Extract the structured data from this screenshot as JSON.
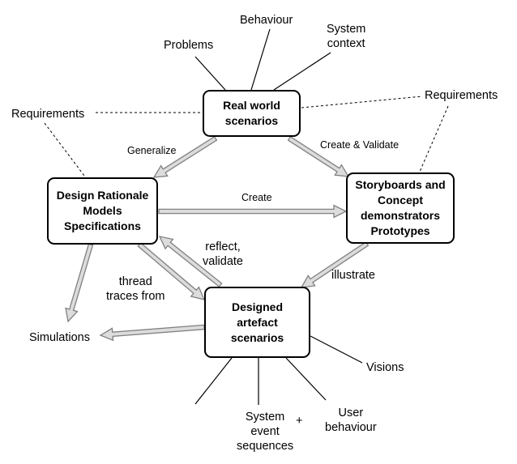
{
  "nodes": {
    "real_world": "Real world\nscenarios",
    "design_rationale": "Design Rationale\nModels\nSpecifications",
    "storyboards": "Storyboards and\nConcept\ndemonstrators\nPrototypes",
    "designed": "Designed\nartefact\nscenarios"
  },
  "labels": {
    "problems": "Problems",
    "behaviour": "Behaviour",
    "system_context": "System\ncontext",
    "requirements_left": "Requirements",
    "requirements_right": "Requirements",
    "generalize": "Generalize",
    "create_validate": "Create & Validate",
    "create": "Create",
    "reflect_validate": "reflect,\nvalidate",
    "thread_traces": "thread\ntraces from",
    "illustrate": "illustrate",
    "simulations": "Simulations",
    "visions": "Visions",
    "system_event": "System\nevent\nsequences",
    "plus": "+",
    "user_behaviour": "User\nbehaviour"
  },
  "colors": {
    "arrow_fill": "#dcdcdc",
    "arrow_stroke": "#808080",
    "line": "#000000"
  }
}
